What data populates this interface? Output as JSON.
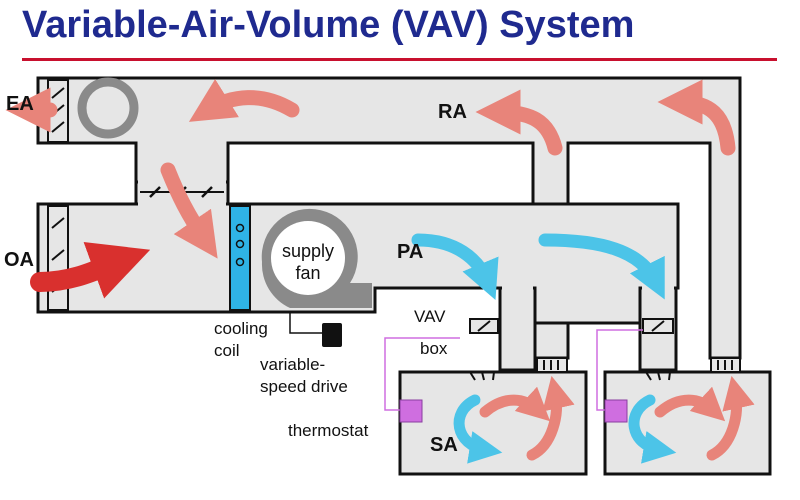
{
  "title": "Variable-Air-Volume (VAV) System",
  "labels": {
    "ea": "EA",
    "oa": "OA",
    "ra": "RA",
    "pa": "PA",
    "sa": "SA",
    "supply_fan_line1": "supply",
    "supply_fan_line2": "fan",
    "cooling_coil_line1": "cooling",
    "cooling_coil_line2": "coil",
    "vsd_line1": "variable-",
    "vsd_line2": "speed drive",
    "vav_box_line1": "VAV",
    "vav_box_line2": "box",
    "thermostat": "thermostat"
  },
  "colors": {
    "title": "#1f2a8f",
    "rule": "#c8102e",
    "duct_fill": "#e6e6e6",
    "duct_outline": "#111111",
    "coil": "#2fb3e6",
    "warm_arrow": "#e8847a",
    "strong_arrow": "#d9302e",
    "cool_arrow": "#4cc4e8",
    "thermostat": "#cf6ee0"
  }
}
